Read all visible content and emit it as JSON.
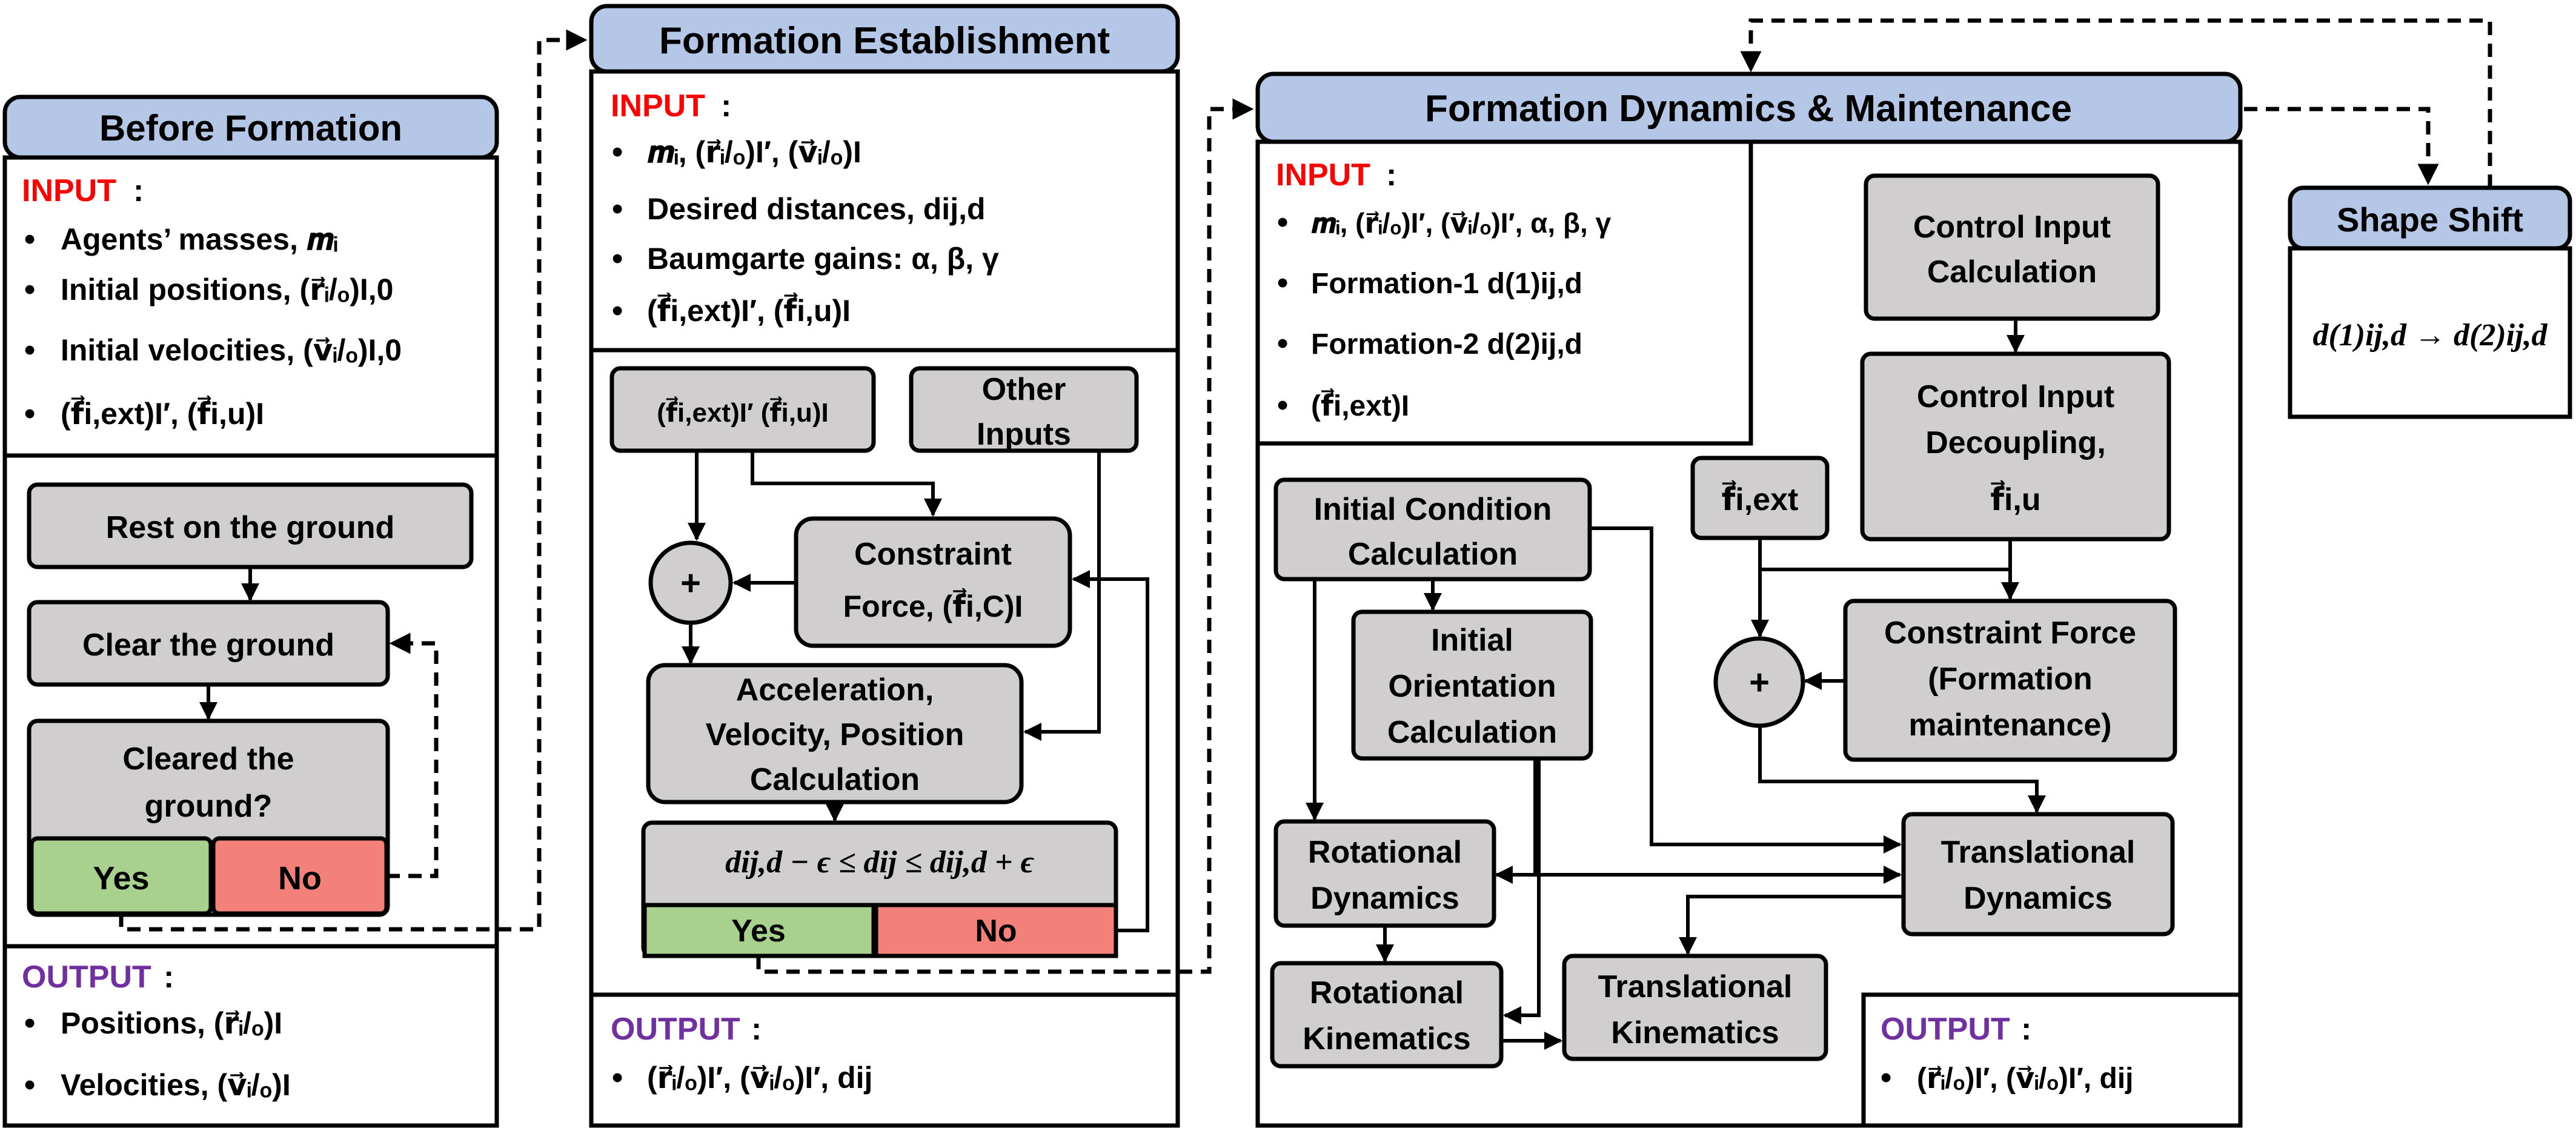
{
  "colors": {
    "header_fill": "#b4c7e7",
    "box_fill": "#d0cece",
    "yes_fill": "#a9d18e",
    "no_fill": "#f4807a",
    "input_label": "#ff0000",
    "output_label": "#7030a0",
    "stroke": "#000000"
  },
  "before": {
    "title": "Before Formation",
    "input_label": "INPUT",
    "inputs": [
      "Agents’ masses, 𝒎ᵢ",
      "Initial positions, (r⃗ᵢ/ₒ)I,0",
      "Initial velocities, (v⃗ᵢ/ₒ)I,0",
      "(f⃗i,ext)I′, (f⃗i,u)I"
    ],
    "flow": {
      "rest": "Rest on the ground",
      "clear": "Clear the ground",
      "question": [
        "Cleared the",
        "ground?"
      ],
      "yes": "Yes",
      "no": "No"
    },
    "output_label": "OUTPUT",
    "outputs": [
      "Positions, (r⃗ᵢ/ₒ)I",
      "Velocities, (v⃗ᵢ/ₒ)I"
    ]
  },
  "establish": {
    "title": "Formation Establishment",
    "input_label": "INPUT",
    "inputs": [
      "𝒎ᵢ, (r⃗ᵢ/ₒ)I′, (v⃗ᵢ/ₒ)I",
      "Desired distances, dij,d",
      "Baumgarte gains: α, β, γ",
      "(f⃗i,ext)I′, (f⃗i,u)I"
    ],
    "flow": {
      "forces": "(f⃗i,ext)I′ (f⃗i,u)I",
      "other": [
        "Other",
        "Inputs"
      ],
      "plus": "+",
      "constraint": [
        "Constraint",
        "Force, (f⃗i,C)I"
      ],
      "accel": [
        "Acceleration,",
        "Velocity, Position",
        "Calculation"
      ],
      "condition": "dij,d − ϵ ≤ dij ≤ dij,d + ϵ",
      "yes": "Yes",
      "no": "No"
    },
    "output_label": "OUTPUT",
    "outputs": [
      "(r⃗ᵢ/ₒ)I′, (v⃗ᵢ/ₒ)I′, dij"
    ]
  },
  "dynamics": {
    "title": "Formation Dynamics & Maintenance",
    "input_label": "INPUT",
    "inputs": [
      "𝒎ᵢ, (r⃗ᵢ/ₒ)I′, (v⃗ᵢ/ₒ)I′, α, β, γ",
      "Formation-1 d(1)ij,d",
      "Formation-2 d(2)ij,d",
      "(f⃗i,ext)I"
    ],
    "flow": {
      "control_calc": [
        "Control Input",
        "Calculation"
      ],
      "control_decouple": [
        "Control Input",
        "Decoupling,",
        "f⃗i,u"
      ],
      "fext": "f⃗i,ext",
      "init_cond": [
        "Initial Condition",
        "Calculation"
      ],
      "init_orient": [
        "Initial",
        "Orientation",
        "Calculation"
      ],
      "plus": "+",
      "constraint": [
        "Constraint Force",
        "(Formation",
        "maintenance)"
      ],
      "rot_dyn": [
        "Rotational",
        "Dynamics"
      ],
      "trans_dyn": [
        "Translational",
        "Dynamics"
      ],
      "rot_kin": [
        "Rotational",
        "Kinematics"
      ],
      "trans_kin": [
        "Translational",
        "Kinematics"
      ]
    },
    "output_label": "OUTPUT",
    "outputs": [
      "(r⃗ᵢ/ₒ)I′, (v⃗ᵢ/ₒ)I′, dij"
    ]
  },
  "shape": {
    "title": "Shape Shift",
    "formula": "d(1)ij,d → d(2)ij,d"
  }
}
